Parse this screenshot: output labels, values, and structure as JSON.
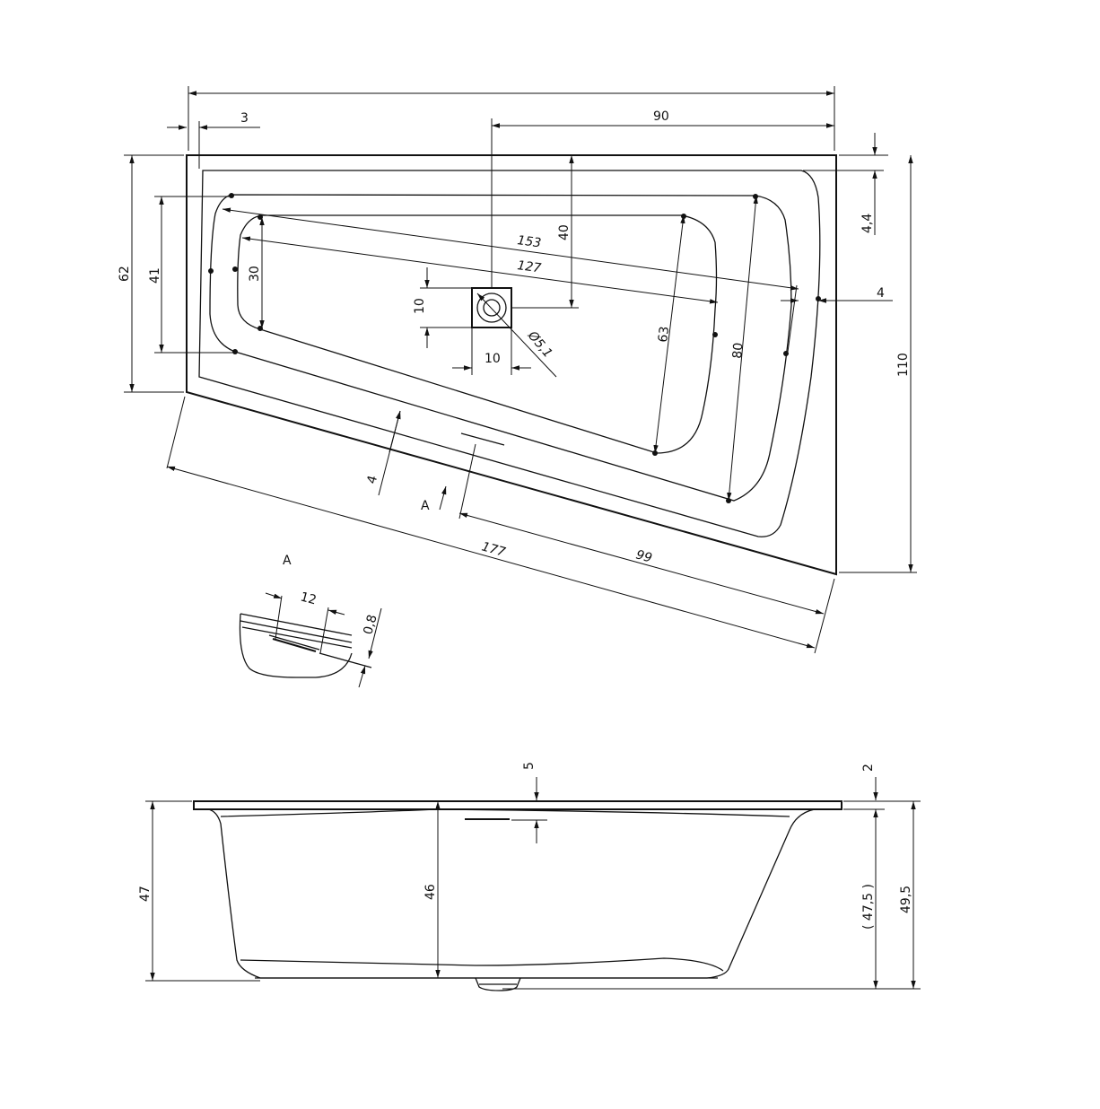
{
  "top_view": {
    "dims": {
      "overall_width": "",
      "edge_offset": "3",
      "drain_to_right": "90",
      "rim_right": "4,4",
      "total_height": "110",
      "left_height": "62",
      "inner_left_height": "41",
      "bottom_left_height": "30",
      "drain_to_top": "40",
      "diagonal_outer": "153",
      "diagonal_inner": "127",
      "drain_box_height": "10",
      "drain_box_width": "10",
      "drain_diameter": "Ø5,1",
      "right_wall": "4",
      "inner_height_mid": "63",
      "inner_height_right": "80",
      "front_wall": "4",
      "front_length": "177",
      "front_to_section": "99",
      "section_marker": "A"
    }
  },
  "detail_a": {
    "title": "A",
    "dims": {
      "width": "12",
      "thickness": "0,8"
    }
  },
  "side_view": {
    "dims": {
      "rim_top": "5",
      "rim_right": "2",
      "left_height": "47",
      "center_depth": "46",
      "inner_height": "( 47,5 )",
      "total_height": "49,5"
    }
  }
}
